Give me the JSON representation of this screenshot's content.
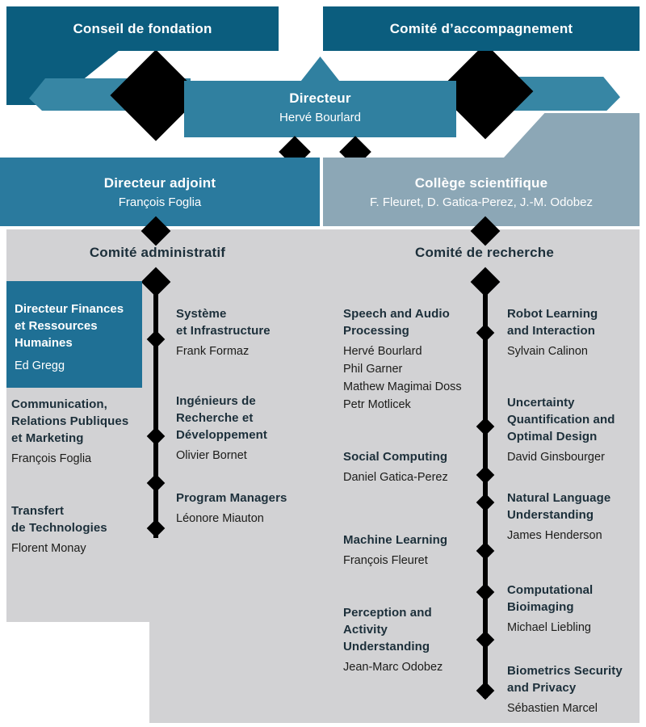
{
  "colors": {
    "primary_dark": "#0b5d7e",
    "teal_band": "#3080a0",
    "teal_wing": "#3786a4",
    "teal_box": "#2a7a9e",
    "teal_highlight": "#1f7095",
    "steel_blue": "#8ca7b6",
    "background_gray": "#d2d2d4",
    "ink_navy": "#1c2f3a",
    "connector_black": "#000000"
  },
  "top": {
    "conseil": "Conseil de fondation",
    "accompagnement": "Comité d’accompagnement"
  },
  "directeur": {
    "title": "Directeur",
    "name": "Hervé Bourlard"
  },
  "adjoint": {
    "title": "Directeur adjoint",
    "name": "François Foglia"
  },
  "college": {
    "title": "Collège scientifique",
    "names": "F. Fleuret, D. Gatica-Perez, J.-M. Odobez"
  },
  "admin": {
    "heading": "Comité administratif",
    "col1": [
      {
        "title": "Directeur Finances\net Ressources\nHumaines",
        "names": "Ed Gregg"
      },
      {
        "title": "Communication,\nRelations Publiques\net Marketing",
        "names": "François Foglia"
      },
      {
        "title": "Transfert\nde Technologies",
        "names": "Florent Monay"
      }
    ],
    "col2": [
      {
        "title": "Système\net Infrastructure",
        "names": "Frank Formaz"
      },
      {
        "title": "Ingénieurs de\nRecherche et\nDéveloppement",
        "names": "Olivier Bornet"
      },
      {
        "title": "Program Managers",
        "names": "Léonore Miauton"
      }
    ]
  },
  "recherche": {
    "heading": "Comité de recherche",
    "col1": [
      {
        "title": "Speech and Audio\nProcessing",
        "names": "Hervé Bourlard\nPhil Garner\nMathew Magimai Doss\nPetr Motlicek"
      },
      {
        "title": "Social Computing",
        "names": "Daniel Gatica-Perez"
      },
      {
        "title": "Machine Learning",
        "names": "François Fleuret"
      },
      {
        "title": "Perception and\nActivity\nUnderstanding",
        "names": "Jean-Marc Odobez"
      }
    ],
    "col2": [
      {
        "title": "Robot Learning\nand Interaction",
        "names": "Sylvain Calinon"
      },
      {
        "title": "Uncertainty\nQuantification and\nOptimal Design",
        "names": "David Ginsbourger"
      },
      {
        "title": "Natural Language\nUnderstanding",
        "names": "James Henderson"
      },
      {
        "title": "Computational\nBioimaging",
        "names": "Michael Liebling"
      },
      {
        "title": "Biometrics Security\nand Privacy",
        "names": "Sébastien Marcel"
      }
    ]
  }
}
